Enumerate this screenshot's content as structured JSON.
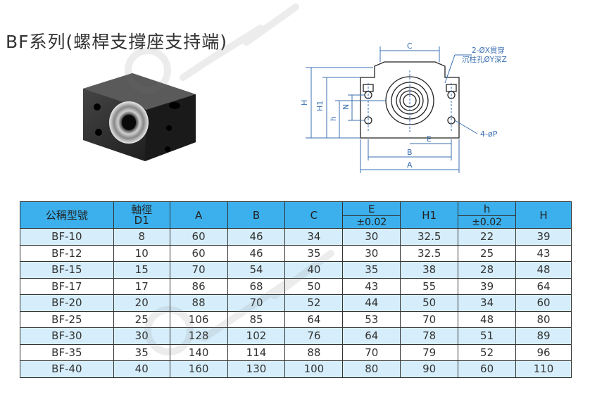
{
  "page_title": "BF系列(螺桿支撐座支持端)",
  "diagram": {
    "labels": {
      "C": "C",
      "hole_note_1": "2-ØX貫穿",
      "hole_note_2": "沉柱孔ØY深Z",
      "H": "H",
      "H1": "H1",
      "h": "h",
      "N": "N",
      "E": "E",
      "B": "B",
      "A": "A",
      "holes_P": "4-øP"
    },
    "line_color": "#3a6fb0",
    "part_color": "#222222"
  },
  "table": {
    "header_color": "#3cb0ec",
    "stripe_color": "#d6eefb",
    "headers": {
      "model": "公稱型號",
      "d1_top": "軸徑",
      "d1_bottom": "D1",
      "A": "A",
      "B": "B",
      "C": "C",
      "E_top": "E",
      "E_tol": "±0.02",
      "H1": "H1",
      "h_top": "h",
      "h_tol": "±0.02",
      "H": "H"
    },
    "rows": [
      [
        "BF-10",
        "8",
        "60",
        "46",
        "34",
        "30",
        "32.5",
        "22",
        "39"
      ],
      [
        "BF-12",
        "10",
        "60",
        "46",
        "35",
        "30",
        "32.5",
        "25",
        "43"
      ],
      [
        "BF-15",
        "15",
        "70",
        "54",
        "40",
        "35",
        "38",
        "28",
        "48"
      ],
      [
        "BF-17",
        "17",
        "86",
        "68",
        "50",
        "43",
        "55",
        "39",
        "64"
      ],
      [
        "BF-20",
        "20",
        "88",
        "70",
        "52",
        "44",
        "50",
        "34",
        "60"
      ],
      [
        "BF-25",
        "25",
        "106",
        "85",
        "64",
        "53",
        "70",
        "48",
        "80"
      ],
      [
        "BF-30",
        "30",
        "128",
        "102",
        "76",
        "64",
        "78",
        "51",
        "89"
      ],
      [
        "BF-35",
        "35",
        "140",
        "114",
        "88",
        "70",
        "79",
        "52",
        "96"
      ],
      [
        "BF-40",
        "40",
        "160",
        "130",
        "100",
        "80",
        "90",
        "60",
        "110"
      ]
    ]
  }
}
